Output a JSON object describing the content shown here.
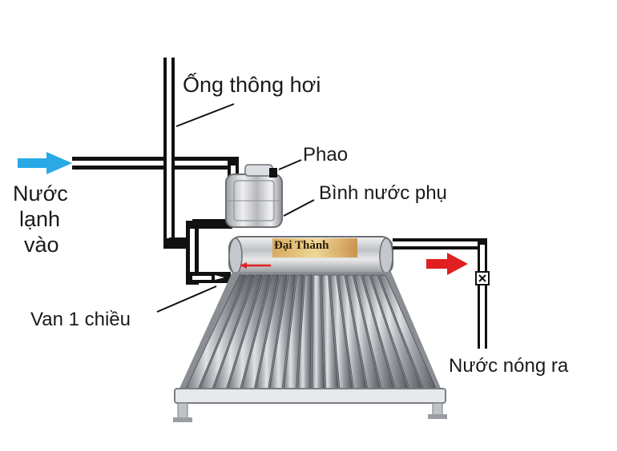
{
  "labels": {
    "vent_pipe": "Ống thông hơi",
    "float": "Phao",
    "aux_tank": "Bình nước phụ",
    "cold_in_line1": "Nước",
    "cold_in_line2": "lạnh",
    "cold_in_line3": "vào",
    "check_valve": "Van 1 chiều",
    "hot_out": "Nước nóng ra",
    "brand": "Đại Thành"
  },
  "colors": {
    "cold_arrow": "#29a9e6",
    "hot_arrow": "#e02020",
    "pipe": "#111111",
    "steel": "#c9ccd0"
  }
}
